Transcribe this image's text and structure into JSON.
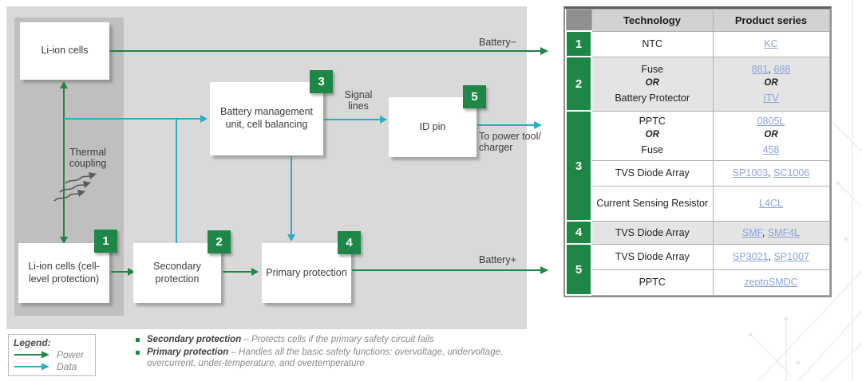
{
  "colors": {
    "green": "#1e8646",
    "teal": "#2badc2",
    "link": "#8ca4db",
    "panel": "#d9d9d9",
    "column": "#bfbfbf"
  },
  "diagram": {
    "boxes": {
      "liion_top": "Li-ion cells",
      "bmu": "Battery management unit, cell balancing",
      "idpin": "ID pin",
      "liion_bottom": "Li-ion cells (cell-level protection)",
      "secondary": "Secondary protection",
      "primary": "Primary protection"
    },
    "badges": {
      "b1": "1",
      "b2": "2",
      "b3": "3",
      "b4": "4",
      "b5": "5"
    },
    "labels": {
      "battery_minus": "Battery−",
      "battery_plus": "Battery+",
      "signal_lines": "Signal lines",
      "to_power": "To power tool/\ncharger",
      "thermal": "Thermal coupling"
    }
  },
  "legend": {
    "title": "Legend:",
    "power": "Power",
    "data": "Data"
  },
  "notes": {
    "n1_term": "Secondary protection",
    "n1_desc": " – Protects cells if the primary safety circuit fails",
    "n2_term": "Primary protection",
    "n2_desc": " – Handles all the basic safety functions: overvoltage, undervoltage, overcurrent, under-temperature, and overtemperature"
  },
  "table": {
    "headers": {
      "technology": "Technology",
      "product_series": "Product series"
    },
    "or": "OR",
    "comma": ", ",
    "g1": {
      "num": "1",
      "tech": "NTC",
      "link1": "KC"
    },
    "g2": {
      "num": "2",
      "tech1": "Fuse",
      "tech2": "Battery Protector",
      "link1": "881",
      "link2": "688",
      "link3": "ITV"
    },
    "g3": {
      "num": "3",
      "r1_tech1": "PPTC",
      "r1_tech2": "Fuse",
      "r1_link1": "0805L",
      "r1_link2": "458",
      "r2_tech": "TVS Diode Array",
      "r2_link1": "SP1003",
      "r2_link2": "SC1006",
      "r3_tech": "Current Sensing Resistor",
      "r3_link1": "L4CL"
    },
    "g4": {
      "num": "4",
      "tech": "TVS Diode Array",
      "link1": "SMF",
      "link2": "SMF4L"
    },
    "g5": {
      "num": "5",
      "r1_tech": "TVS Diode Array",
      "r1_link1": "SP3021",
      "r1_link2": "SP1007",
      "r2_tech": "PPTC",
      "r2_link1": "zeptoSMDC"
    }
  }
}
